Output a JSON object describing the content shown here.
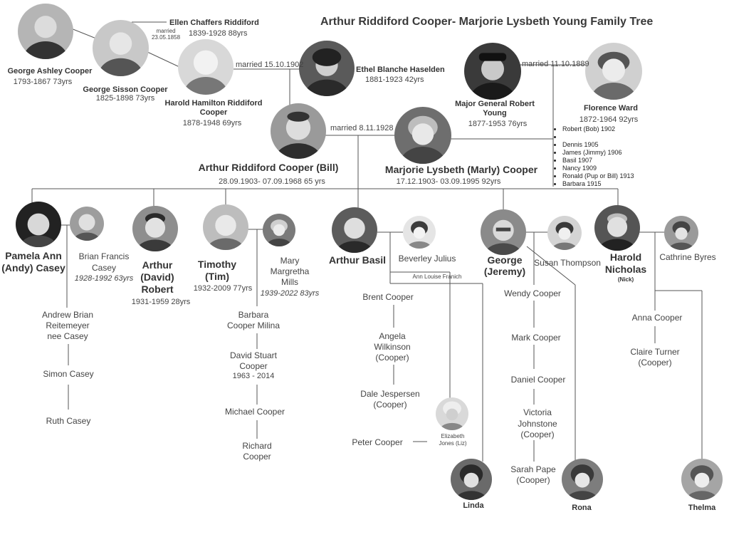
{
  "title": "Arthur Riddiford Cooper- Marjorie Lysbeth Young Family Tree",
  "people": {
    "george_ashley": {
      "name": "George Ashley Cooper",
      "dates": "1793-1867   73yrs"
    },
    "george_sisson": {
      "name": "George Sisson Cooper",
      "dates": "1825-1898  73yrs"
    },
    "ellen": {
      "name": "Ellen Chaffers Riddiford",
      "dates": "1839-1928 88yrs"
    },
    "ellen_married": {
      "line1": "married",
      "line2": "23.05.1858"
    },
    "harold_hamilton": {
      "name_line1": "Harold  Hamilton Riddiford",
      "name_line2": "Cooper",
      "dates": "1878-1948  69yrs"
    },
    "married_1902": "married 15.10.1902",
    "ethel": {
      "name": "Ethel Blanche Haselden",
      "dates": "1881-1923  42yrs"
    },
    "major_general": {
      "name_line1": "Major General Robert",
      "name_line2": "Young",
      "dates": "1877-1953  76yrs"
    },
    "married_1889": "married 11.10.1889",
    "florence": {
      "name": "Florence Ward",
      "dates": "1872-1964  92yrs"
    },
    "florence_children": [
      "Robert (Bob) 1902",
      "",
      "Dennis  1905",
      "James (Jimmy)  1906",
      "Basil  1907",
      "Nancy  1909",
      "Ronald (Pup or Bill)  1913",
      "Barbara  1915"
    ],
    "arthur_bill": {
      "name": "Arthur Riddiford Cooper  (Bill)",
      "dates": "28.09.1903- 07.09.1968   65 yrs"
    },
    "married_1928": "married 8.11.1928",
    "marjorie": {
      "name": "Marjorie Lysbeth (Marly) Cooper",
      "dates": "17.12.1903- 03.09.1995   92yrs"
    },
    "pamela": {
      "name_line1": "Pamela Ann",
      "name_line2": "(Andy) Casey"
    },
    "brian": {
      "name_line1": "Brian Francis",
      "name_line2": "Casey",
      "dates": "1928-1992  63yrs"
    },
    "arthur_david": {
      "name_line1": "Arthur",
      "name_line2": "(David)",
      "name_line3": "Robert",
      "dates": "1931-1959    28yrs"
    },
    "timothy": {
      "name_line1": "Timothy",
      "name_line2": "(Tim)",
      "dates": "1932-2009   77yrs"
    },
    "mary": {
      "name_line1": "Mary",
      "name_line2": "Margretha",
      "name_line3": "Mills",
      "dates": "1939-2022  83yrs"
    },
    "arthur_basil": {
      "name": "Arthur Basil"
    },
    "beverley": {
      "name": "Beverley Julius"
    },
    "ann_louise": {
      "name": "Ann Louise Franich"
    },
    "george_jeremy": {
      "name_line1": "George",
      "name_line2": "(Jeremy)"
    },
    "susan": {
      "name": "Susan Thompson"
    },
    "harold_nicholas": {
      "name_line1": "Harold",
      "name_line2": "Nicholas",
      "name_line3": "(Nick)"
    },
    "cathrine": {
      "name": "Cathrine Byres"
    },
    "andrew": {
      "line1": "Andrew Brian",
      "line2": "Reitemeyer",
      "line3": "nee Casey"
    },
    "simon": "Simon  Casey",
    "ruth": "Ruth Casey",
    "barbara": {
      "line1": "Barbara",
      "line2": "Cooper Milina"
    },
    "david_stuart": {
      "line1": "David Stuart",
      "line2": "Cooper",
      "dates": "1963 - 2014"
    },
    "michael": "Michael Cooper",
    "richard": {
      "line1": "Richard",
      "line2": "Cooper"
    },
    "brent": "Brent Cooper",
    "angela": {
      "line1": "Angela",
      "line2": "Wilkinson",
      "line3": "(Cooper)"
    },
    "dale": {
      "line1": "Dale Jespersen",
      "line2": "(Cooper)"
    },
    "peter": "Peter Cooper",
    "elizabeth": {
      "line1": "Elizabeth",
      "line2": "Jones (Liz)"
    },
    "linda": "Linda",
    "wendy": "Wendy Cooper",
    "mark": "Mark Cooper",
    "daniel": "Daniel Cooper",
    "victoria": {
      "line1": "Victoria",
      "line2": "Johnstone",
      "line3": "(Cooper)"
    },
    "sarah": {
      "line1": "Sarah Pape",
      "line2": "(Cooper)"
    },
    "rona": "Rona",
    "anna": "Anna Cooper",
    "claire": {
      "line1": "Claire Turner",
      "line2": "(Cooper)"
    },
    "thelma": "Thelma"
  },
  "colors": {
    "line": "#555555",
    "text": "#3a3a3a"
  }
}
